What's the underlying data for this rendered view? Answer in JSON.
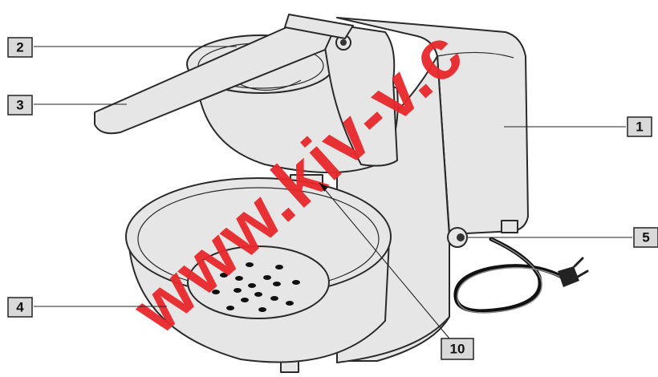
{
  "callouts": [
    {
      "id": "c1",
      "label": "1"
    },
    {
      "id": "c2",
      "label": "2"
    },
    {
      "id": "c3",
      "label": "3"
    },
    {
      "id": "c4",
      "label": "4"
    },
    {
      "id": "c5",
      "label": "5"
    },
    {
      "id": "c10",
      "label": "10"
    }
  ],
  "watermark": "www.kiv-v.c",
  "colors": {
    "watermark": "#e8282c",
    "callout_fill": "#d9d9d9",
    "body_fill": "#e6e6e6",
    "outline": "#2a2a2a"
  }
}
